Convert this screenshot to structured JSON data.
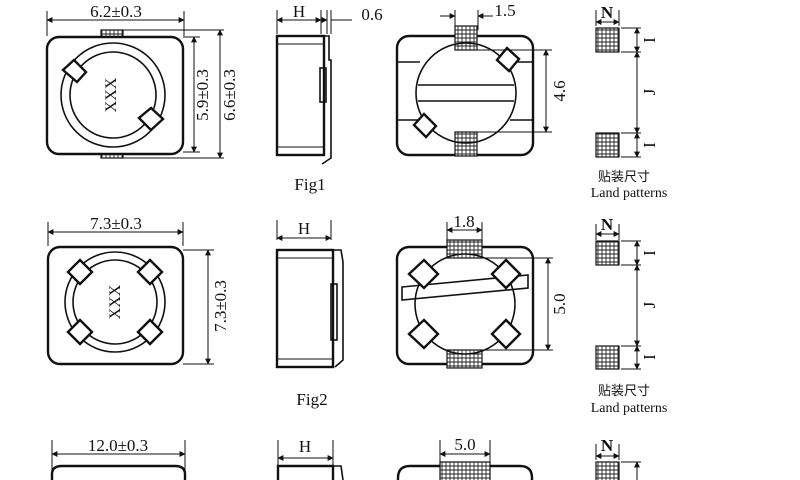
{
  "figures": [
    {
      "caption": "Fig1",
      "top_width": "6.2±0.3",
      "top_height_inner": "5.9±0.3",
      "top_height_outer": "6.6±0.3",
      "marking": "XXX",
      "side_h": "H",
      "side_lead": "0.6",
      "bottom_pad_width": "1.5",
      "bottom_span": "4.6",
      "land_n": "N",
      "land_i": "I",
      "land_j": "J",
      "land_cn": "贴装尺寸",
      "land_en": "Land patterns"
    },
    {
      "caption": "Fig2",
      "top_width": "7.3±0.3",
      "top_height": "7.3±0.3",
      "marking": "XXX",
      "side_h": "H",
      "bottom_pad_width": "1.8",
      "bottom_span": "5.0",
      "land_n": "N",
      "land_i": "I",
      "land_j": "J",
      "land_cn": "贴装尺寸",
      "land_en": "Land patterns"
    },
    {
      "top_width": "12.0±0.3",
      "side_h": "H",
      "bottom_pad_width": "5.0",
      "land_n": "N"
    }
  ]
}
